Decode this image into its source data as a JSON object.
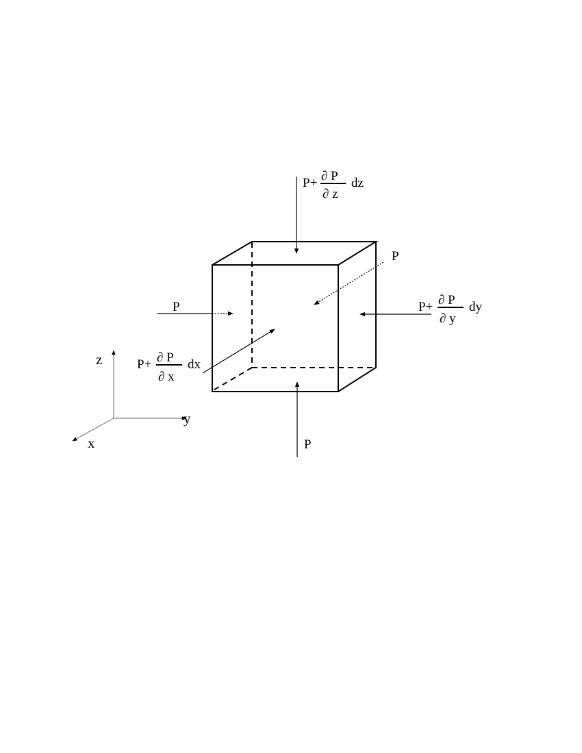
{
  "diagram": {
    "labels": {
      "top": {
        "prefix": "P+",
        "num": "∂ P",
        "den": "∂ z",
        "suffix": "dz"
      },
      "right": {
        "prefix": "P+",
        "num": "∂ P",
        "den": "∂ y",
        "suffix": "dy"
      },
      "front": {
        "prefix": "P+",
        "num": "∂ P",
        "den": "∂ x",
        "suffix": "dx"
      },
      "left": "P",
      "back": "P",
      "bottom": "P"
    },
    "axes": {
      "x": "x",
      "y": "y",
      "z": "z",
      "color": "#808080"
    }
  }
}
